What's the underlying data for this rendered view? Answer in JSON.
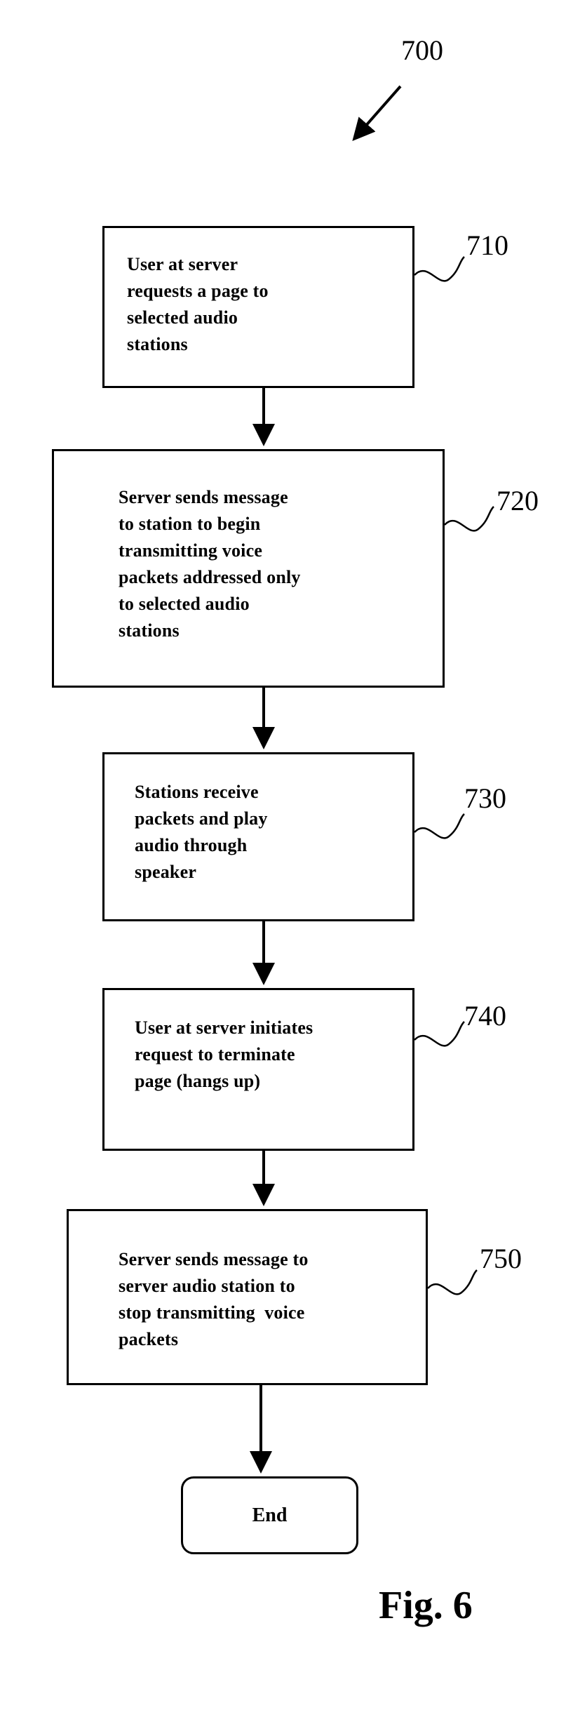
{
  "figure": {
    "number_ref": "700",
    "caption": "Fig. 6",
    "steps": [
      {
        "ref": "710",
        "lines": [
          "User at server",
          "requests a page to",
          "selected audio",
          "stations"
        ]
      },
      {
        "ref": "720",
        "lines": [
          "Server sends message",
          "to station to begin",
          "transmitting voice",
          "packets addressed only",
          "to selected audio",
          "stations"
        ]
      },
      {
        "ref": "730",
        "lines": [
          "Stations receive",
          "packets and play",
          "audio through",
          "speaker"
        ]
      },
      {
        "ref": "740",
        "lines": [
          "User at server initiates",
          "request to terminate",
          "page (hangs up)"
        ]
      },
      {
        "ref": "750",
        "lines": [
          "Server sends message to",
          "server audio station to",
          "stop transmitting  voice",
          "packets"
        ]
      }
    ],
    "end_label": "End"
  }
}
